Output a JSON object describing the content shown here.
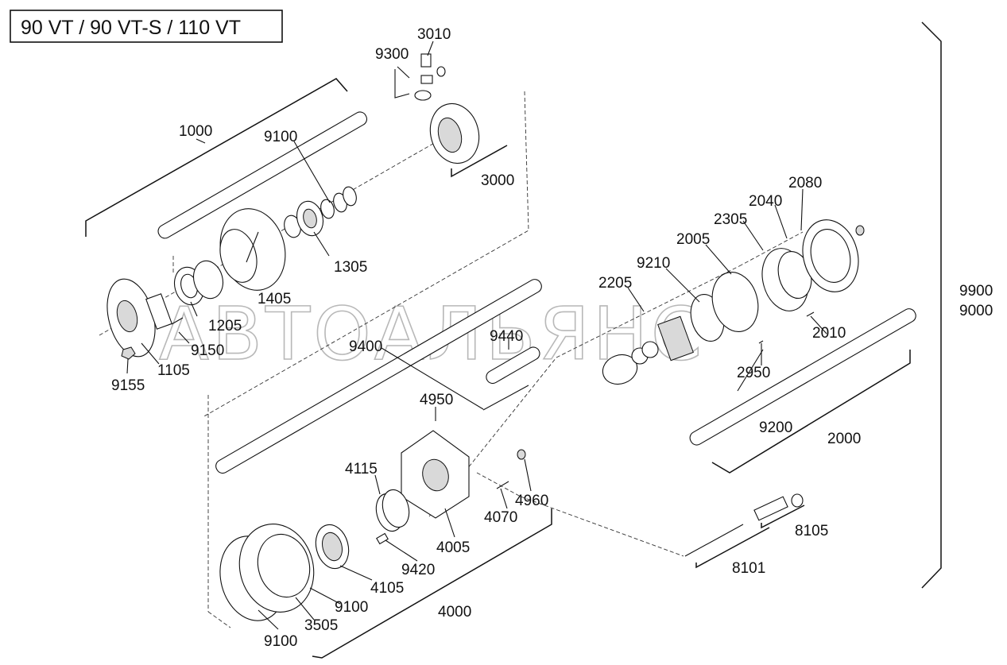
{
  "title": "90 VT / 90 VT-S / 110 VT",
  "watermark": "АВТОАЛЬЯНС",
  "labels": {
    "p3010": "3010",
    "p9300": "9300",
    "p1000": "1000",
    "p9100_top": "9100",
    "p3000": "3000",
    "p1305": "1305",
    "p1405": "1405",
    "p1205": "1205",
    "p9150": "9150",
    "p1105": "1105",
    "p9155": "9155",
    "p2080": "2080",
    "p2040": "2040",
    "p2305": "2305",
    "p2005": "2005",
    "p9210": "9210",
    "p2205": "2205",
    "p2010": "2010",
    "p2950": "2950",
    "p9200": "9200",
    "p2000": "2000",
    "p9900": "9900",
    "p9000": "9000",
    "p9440": "9440",
    "p9400": "9400",
    "p4950": "4950",
    "p4115": "4115",
    "p4960": "4960",
    "p4070": "4070",
    "p4005": "4005",
    "p9420": "9420",
    "p4105": "4105",
    "p9100_mid": "9100",
    "p4000": "4000",
    "p3505": "3505",
    "p9100_bot": "9100",
    "p8105": "8105",
    "p8101": "8101"
  }
}
